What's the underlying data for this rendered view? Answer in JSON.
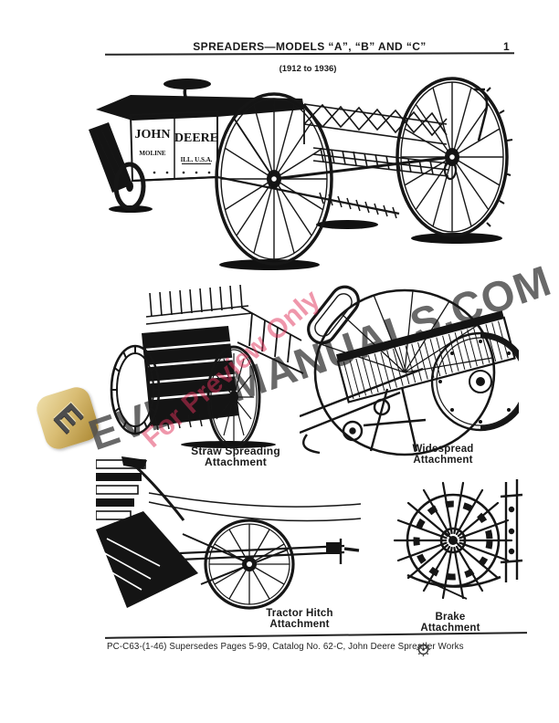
{
  "header": {
    "title": "SPREADERS—MODELS “A”, “B” AND “C”",
    "page_number": "1",
    "subtitle": "(1912 to 1936)"
  },
  "main_figure": {
    "sign": {
      "john": "JOHN",
      "deere": "DEERE",
      "moline": "MOLINE",
      "ill": "ILL. U.S.A."
    }
  },
  "figures": {
    "straw": {
      "caption_line1": "Straw Spreading",
      "caption_line2": "Attachment"
    },
    "widespread": {
      "caption": "Widespread Attachment"
    },
    "tractor_hitch": {
      "caption": "Tractor Hitch Attachment"
    },
    "brake": {
      "caption": "Brake Attachment"
    }
  },
  "watermark": {
    "site_text": "EVERYMANUALS.COM",
    "stamp_text": "For Preview Only",
    "logo_letter": "E"
  },
  "footer": {
    "imprint": "PC-C63-(1-46) Supersedes Pages 5-99, Catalog No. 62-C, John Deere Spreader Works"
  },
  "colors": {
    "ink": "#161616",
    "watermark_gray": "#4f4f4f",
    "stamp_red": "#e0315a",
    "logo_gold_light": "#efe0ac",
    "logo_gold_dark": "#a9852f"
  }
}
